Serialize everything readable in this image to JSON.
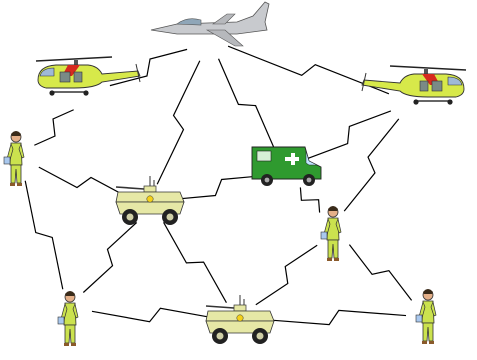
{
  "diagram": {
    "kind": "network-diagram",
    "nodes": [
      {
        "id": "jet",
        "icon": "fighter-jet-icon"
      },
      {
        "id": "helicopter-left",
        "icon": "helicopter-icon"
      },
      {
        "id": "helicopter-right",
        "icon": "helicopter-icon"
      },
      {
        "id": "ambulance",
        "icon": "ambulance-icon"
      },
      {
        "id": "armored-vehicle-center",
        "icon": "armored-vehicle-icon"
      },
      {
        "id": "armored-vehicle-bottom",
        "icon": "armored-vehicle-icon"
      },
      {
        "id": "soldier-left",
        "icon": "soldier-icon"
      },
      {
        "id": "soldier-bottom-left",
        "icon": "soldier-icon"
      },
      {
        "id": "soldier-center-right",
        "icon": "soldier-icon"
      },
      {
        "id": "soldier-bottom-right",
        "icon": "soldier-icon"
      }
    ],
    "links": [
      {
        "from": "jet",
        "to": "helicopter-left"
      },
      {
        "from": "jet",
        "to": "helicopter-right"
      },
      {
        "from": "jet",
        "to": "armored-vehicle-center"
      },
      {
        "from": "jet",
        "to": "ambulance"
      },
      {
        "from": "helicopter-left",
        "to": "soldier-left"
      },
      {
        "from": "helicopter-right",
        "to": "ambulance"
      },
      {
        "from": "helicopter-right",
        "to": "soldier-center-right"
      },
      {
        "from": "soldier-left",
        "to": "armored-vehicle-center"
      },
      {
        "from": "soldier-left",
        "to": "soldier-bottom-left"
      },
      {
        "from": "armored-vehicle-center",
        "to": "ambulance"
      },
      {
        "from": "armored-vehicle-center",
        "to": "soldier-bottom-left"
      },
      {
        "from": "armored-vehicle-center",
        "to": "armored-vehicle-bottom"
      },
      {
        "from": "ambulance",
        "to": "soldier-center-right"
      },
      {
        "from": "soldier-bottom-left",
        "to": "armored-vehicle-bottom"
      },
      {
        "from": "armored-vehicle-bottom",
        "to": "soldier-center-right"
      },
      {
        "from": "armored-vehicle-bottom",
        "to": "soldier-bottom-right"
      },
      {
        "from": "soldier-center-right",
        "to": "soldier-bottom-right"
      }
    ],
    "link_style": "zigzag-radio-link",
    "colors": {
      "link": "#000000",
      "helicopter": "#d7e94a",
      "helicopter_accent": "#d62a1f",
      "vehicle": "#e6e8a6",
      "ambulance": "#2f9a2f",
      "jet": "#c8cace",
      "soldier_uniform": "#cbe24e",
      "soldier_skin": "#e5b089"
    }
  }
}
